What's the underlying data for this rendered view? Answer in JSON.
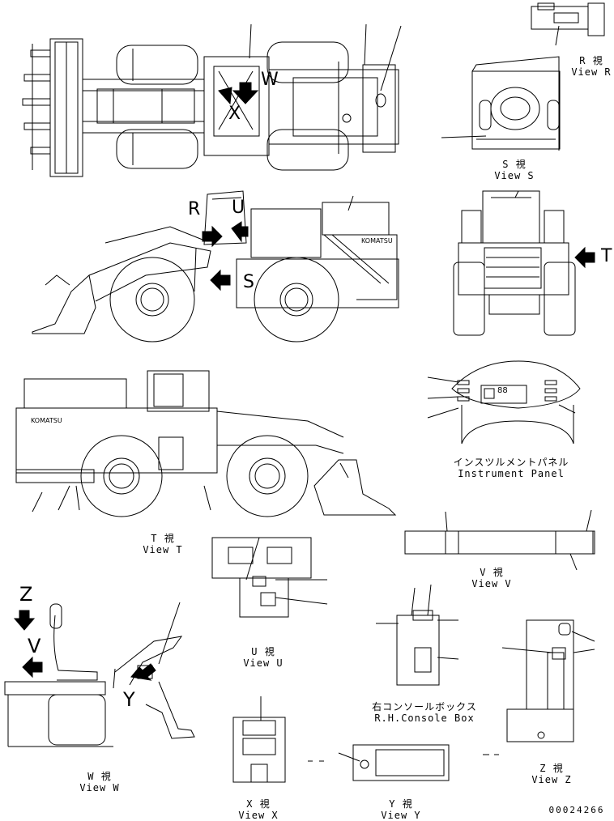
{
  "views": {
    "r": {
      "jp": "R 視",
      "en": "View R"
    },
    "s": {
      "jp": "S 視",
      "en": "View S"
    },
    "t": {
      "jp": "T 視",
      "en": "View T"
    },
    "u": {
      "jp": "U 視",
      "en": "View U"
    },
    "v": {
      "jp": "V 視",
      "en": "View V"
    },
    "w": {
      "jp": "W 視",
      "en": "View W"
    },
    "x": {
      "jp": "X 視",
      "en": "View X"
    },
    "y": {
      "jp": "Y 視",
      "en": "View Y"
    },
    "z": {
      "jp": "Z 視",
      "en": "View Z"
    },
    "instrument_panel": {
      "jp": "インスツルメントパネル",
      "en": "Instrument Panel"
    },
    "console_box": {
      "jp": "右コンソールボックス",
      "en": "R.H.Console Box"
    }
  },
  "markers": {
    "x_top": "X",
    "w_top": "W",
    "r_side": "R",
    "u_side": "U",
    "s_side": "S",
    "t_front": "T",
    "z_cab": "Z",
    "v_cab": "V",
    "y_cab": "Y"
  },
  "decals": {
    "side_logo": "KOMATSU",
    "rear_logo": "KOMATSU",
    "panel_display": "88"
  },
  "drawing_number": "00024266",
  "icons": {
    "arrow": "filled-arrow-icon",
    "dash": "dash-leader"
  }
}
